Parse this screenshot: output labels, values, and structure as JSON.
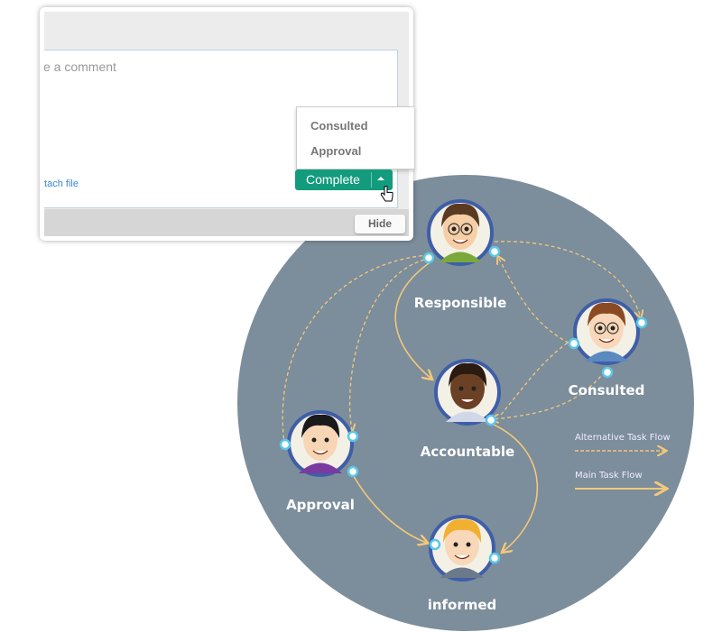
{
  "panel": {
    "comment_placeholder": "e a comment",
    "attach_link": "ttach file",
    "complete_button": "Complete",
    "hide_button": "Hide",
    "dropdown_options": [
      "Consulted",
      "Approval"
    ]
  },
  "diagram": {
    "nodes": [
      {
        "id": "responsible",
        "label": "Responsible"
      },
      {
        "id": "consulted",
        "label": "Consulted"
      },
      {
        "id": "accountable",
        "label": "Accountable"
      },
      {
        "id": "approval",
        "label": "Approval"
      },
      {
        "id": "informed",
        "label": "informed"
      }
    ],
    "legend": {
      "alternative": "Alternative Task Flow",
      "main": "Main Task Flow"
    },
    "colors": {
      "circle": "#7c8d9c",
      "flow": "#f3c879",
      "ring": "#3f5ea8",
      "dot": "#5bc8e8"
    }
  }
}
